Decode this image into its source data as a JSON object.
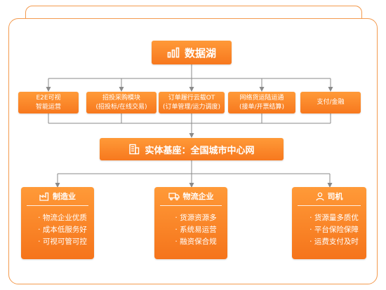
{
  "colors": {
    "accent": "#f7781e",
    "frame": "#f39a4e",
    "connector": "#8a8a8a"
  },
  "top_node": {
    "label": "数据湖",
    "icon": "bar-chart-icon"
  },
  "services": [
    {
      "line1": "E2E可视",
      "line2": "智能运营"
    },
    {
      "line1": "招投采购模块",
      "line2": "(招投标/在线交易)"
    },
    {
      "line1": "订单履行云载OT",
      "line2": "(订单管理/运力调度)"
    },
    {
      "line1": "网络货运陆运通",
      "line2": "(接单/开票结算)"
    },
    {
      "line1": "支付/金融",
      "line2": ""
    }
  ],
  "base_node": {
    "label": "实体基座：全国城市中心网",
    "icon": "building-icon"
  },
  "segments": [
    {
      "title": "制造业",
      "icon": "factory-icon",
      "items": [
        "· 物流企业优质",
        "· 成本低服务好",
        "· 可视可管可控"
      ]
    },
    {
      "title": "物流企业",
      "icon": "truck-icon",
      "items": [
        "· 货源资源多",
        "· 系统易运营",
        "· 融资保合规"
      ]
    },
    {
      "title": "司机",
      "icon": "person-icon",
      "items": [
        "· 货源量多质优",
        "· 平台保险保障",
        "· 运费支付及时"
      ]
    }
  ]
}
